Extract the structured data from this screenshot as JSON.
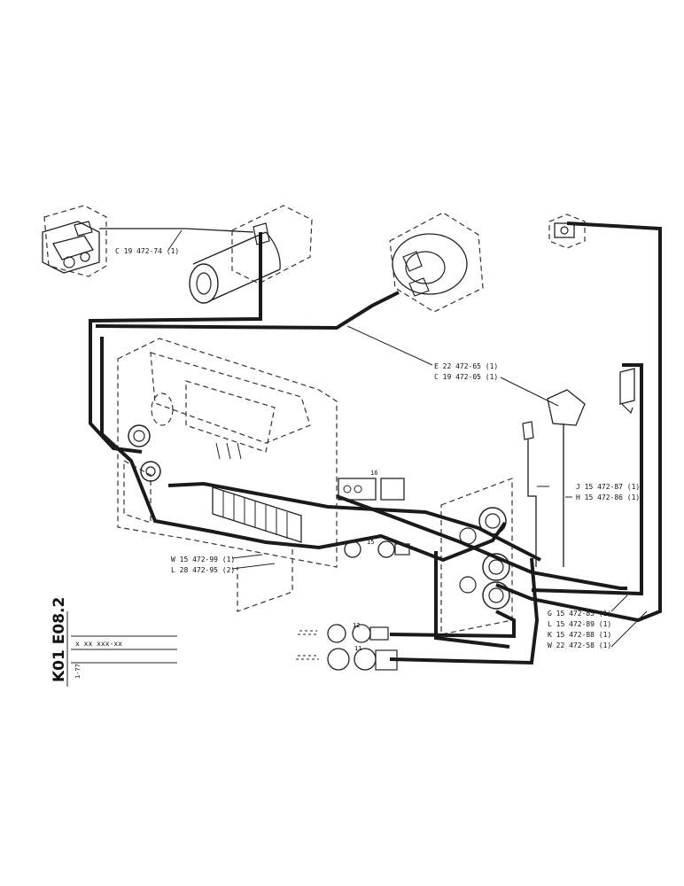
{
  "sheet": {
    "id": "K01 E08.2",
    "revision": "x xx xxx-xx",
    "date": "1-77"
  },
  "parts": [
    {
      "key": "c1947274",
      "label": "C 19 472-74 (1)"
    },
    {
      "key": "e2247265",
      "label": "E 22 472-65 (1)"
    },
    {
      "key": "c1947205",
      "label": "C 19 472-05 (1)"
    },
    {
      "key": "j1547287",
      "label": "J 15 472-87 (1)"
    },
    {
      "key": "h1547286",
      "label": "H 15 472-86 (1)"
    },
    {
      "key": "w1547299",
      "label": "W 15 472-99 (1)"
    },
    {
      "key": "l2847295",
      "label": "L 28 472-95 (2)"
    },
    {
      "key": "g1547285",
      "label": "G 15 472-85 (1)"
    },
    {
      "key": "l1547289",
      "label": "L 15 472-89 (1)"
    },
    {
      "key": "k1547288",
      "label": "K 15 472-88 (1)"
    },
    {
      "key": "w2247258",
      "label": "W 22 472-58 (1)"
    }
  ],
  "connectors": {
    "c16": "16",
    "c15": "15",
    "c12": "12",
    "c11": "11"
  }
}
